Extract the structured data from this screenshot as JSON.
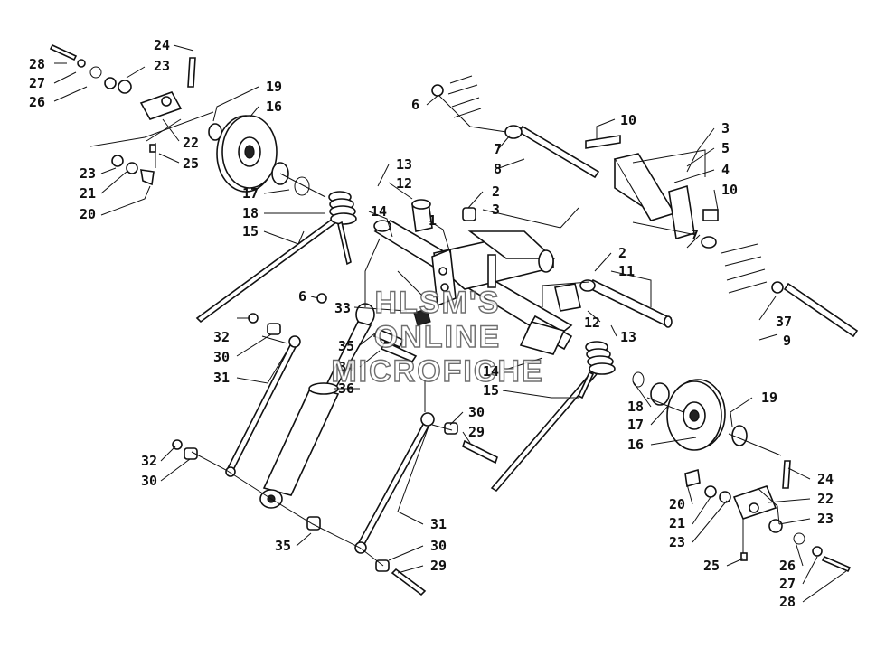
{
  "watermark": {
    "lines": [
      "HLSM'S",
      "ONLINE",
      "MICROFICHE"
    ]
  },
  "callouts": [
    "24",
    "28",
    "23",
    "27",
    "26",
    "19",
    "16",
    "22",
    "25",
    "23",
    "21",
    "20",
    "17",
    "18",
    "15",
    "6",
    "10",
    "3",
    "5",
    "4",
    "10",
    "7",
    "8",
    "13",
    "12",
    "14",
    "2",
    "3",
    "1",
    "2",
    "11",
    "7",
    "37",
    "9",
    "6",
    "33",
    "32",
    "30",
    "31",
    "35",
    "34",
    "36",
    "12",
    "13",
    "14",
    "15",
    "18",
    "17",
    "16",
    "19",
    "30",
    "29",
    "32",
    "30",
    "24",
    "20",
    "22",
    "21",
    "23",
    "23",
    "35",
    "30",
    "31",
    "29",
    "25",
    "26",
    "27",
    "28"
  ]
}
